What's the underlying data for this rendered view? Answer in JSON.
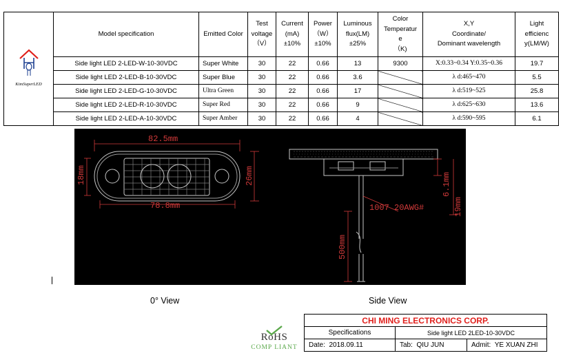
{
  "brand": {
    "logo_text": "KimSuperLED"
  },
  "spec_table": {
    "headers": {
      "model": "Model specification",
      "color": "Emitted Color",
      "voltage": [
        "Test",
        "voltage",
        "（V）"
      ],
      "current": [
        "Current",
        "(mA)",
        "±10%"
      ],
      "power": [
        "Power",
        "（W）",
        "±10%"
      ],
      "flux": [
        "Luminous",
        "flux(LM)",
        "±25%"
      ],
      "cct": [
        "Color",
        "Temperatur",
        "e",
        "（K)"
      ],
      "xy": [
        "X,Y",
        "Coordinate/",
        "Dominant wavelength"
      ],
      "efficiency": [
        "Light",
        "efficienc",
        "y(LM/W)"
      ]
    },
    "rows": [
      {
        "model": "Side light LED 2-LED-W-10-30VDC",
        "color": "Super White",
        "voltage": "30",
        "current": "22",
        "power": "0.66",
        "flux": "13",
        "cct": "9300",
        "xy": "X:0.33~0.34 Y:0.35~0.36",
        "efficiency": "19.7"
      },
      {
        "model": "Side light LED 2-LED-B-10-30VDC",
        "color": "Super Blue",
        "voltage": "30",
        "current": "22",
        "power": "0.66",
        "flux": "3.6",
        "cct": "",
        "xy": "λ d:465~470",
        "efficiency": "5.5"
      },
      {
        "model": "Side light LED 2-LED-G-10-30VDC",
        "color": "Ultra Green",
        "voltage": "30",
        "current": "22",
        "power": "0.66",
        "flux": "17",
        "cct": "",
        "xy": "λ d:519~525",
        "efficiency": "25.8"
      },
      {
        "model": "Side light LED 2-LED-R-10-30VDC",
        "color": "Super Red",
        "voltage": "30",
        "current": "22",
        "power": "0.66",
        "flux": "9",
        "cct": "",
        "xy": "λ d:625~630",
        "efficiency": "13.6"
      },
      {
        "model": "Side light LED 2-LED-A-10-30VDC",
        "color": "Super Amber",
        "voltage": "30",
        "current": "22",
        "power": "0.66",
        "flux": "4",
        "cct": "",
        "xy": "λ d:590~595",
        "efficiency": "6.1"
      }
    ]
  },
  "drawing": {
    "dims": {
      "length_top": "82.5mm",
      "length_bottom": "78.8mm",
      "height_inner": "18mm",
      "height_outer": "26mm",
      "cable_length": "500mm",
      "side_thickness": "6.1mm",
      "side_height": "19mm",
      "cable_spec": "1007 20AWG#"
    },
    "views": {
      "front": "0° View",
      "side": "Side View"
    }
  },
  "compliance": {
    "mark": "RoHS",
    "sub": "COMP LIANT"
  },
  "title_block": {
    "company": "CHI MING ELECTRONICS CORP.",
    "spec_label": "Specifications",
    "spec_value": "Side light LED 2LED-10-30VDC",
    "date_label": "Date:",
    "date": "2018.09.11",
    "tab_label": "Tab:",
    "tab": "QIU JUN",
    "admit_label": "Admit:",
    "admit": "YE XUAN ZHI"
  },
  "colors": {
    "cad_line": "#c8c8c8",
    "cad_dim": "#d23a3a",
    "company": "#e0201c",
    "rohs": "#5aa84a"
  }
}
